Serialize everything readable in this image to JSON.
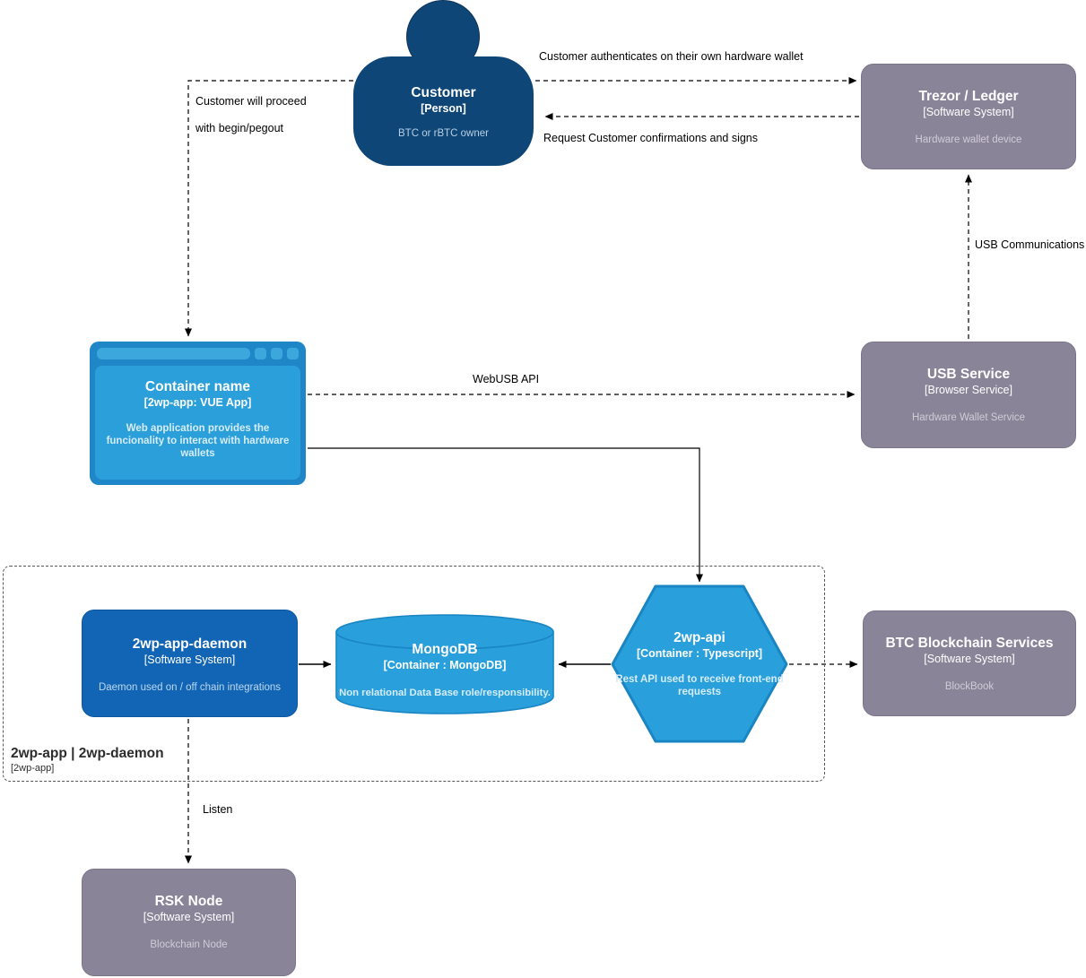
{
  "colors": {
    "person_fill": "#0e4677",
    "software_system_fill": "#8a8499",
    "primary_container_fill": "#1265b4",
    "secondary_container_fill": "#29a0dc",
    "secondary_container_border": "#1a85c3",
    "edge_color": "#000000",
    "boundary_border": "#555555"
  },
  "nodes": {
    "customer": {
      "title": "Customer",
      "subtitle": "[Person]",
      "description": "BTC or rBTC owner"
    },
    "trezor_ledger": {
      "title": "Trezor / Ledger",
      "subtitle": "[Software System]",
      "description": "Hardware wallet device"
    },
    "container_name": {
      "title": "Container name",
      "subtitle": "[2wp-app: VUE App]",
      "description": "Web application provides the funcionality to interact with hardware wallets"
    },
    "usb_service": {
      "title": "USB Service",
      "subtitle": "[Browser Service]",
      "description": "Hardware Wallet Service"
    },
    "daemon": {
      "title": "2wp-app-daemon",
      "subtitle": "[Software System]",
      "description": "Daemon used on / off chain integrations"
    },
    "mongodb": {
      "title": "MongoDB",
      "subtitle": "[Container : MongoDB]",
      "description": "Non relational Data Base role/responsibility."
    },
    "api": {
      "title": "2wp-api",
      "subtitle": "[Container : Typescript]",
      "description": "Rest API used to receive front-end requests"
    },
    "btc_services": {
      "title": "BTC Blockchain Services",
      "subtitle": "[Software System]",
      "description": "BlockBook"
    },
    "rsk_node": {
      "title": "RSK Node",
      "subtitle": "[Software System]",
      "description": "Blockchain Node"
    }
  },
  "boundary": {
    "title": "2wp-app | 2wp-daemon",
    "subtitle": "[2wp-app]"
  },
  "edge_labels": {
    "authenticate": "Customer authenticates on their own hardware wallet",
    "request_confirmations": "Request Customer confirmations and signs",
    "proceed_line1": "Customer will proceed",
    "proceed_line2": "with begin/pegout",
    "usb_communications": "USB Communications",
    "webusb_api": "WebUSB API",
    "listen": "Listen"
  }
}
